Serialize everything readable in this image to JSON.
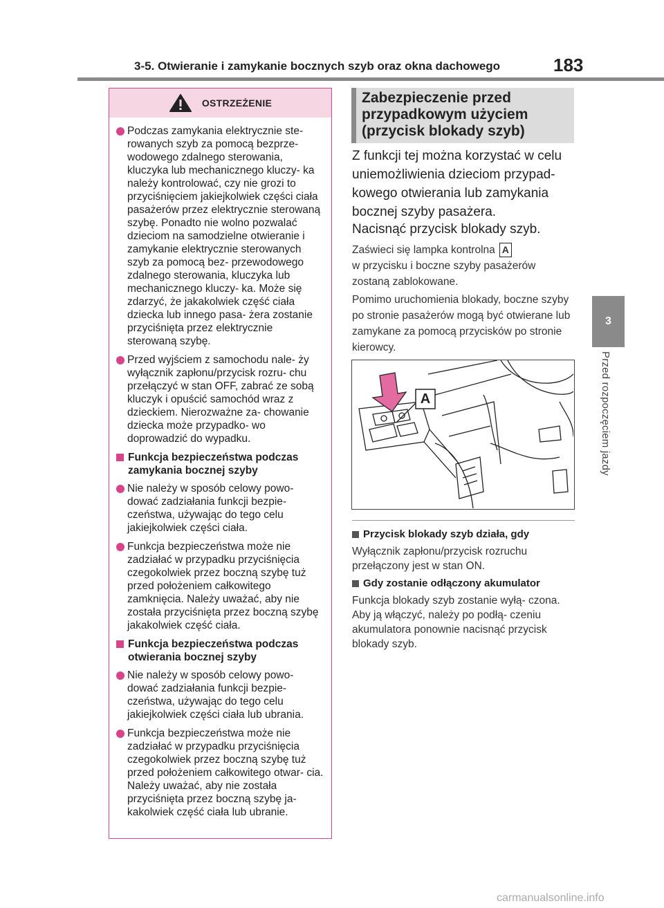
{
  "header": {
    "title": "3-5. Otwieranie i zamykanie bocznych szyb oraz okna dachowego",
    "page_number": "183"
  },
  "side_tab": {
    "number": "3",
    "label": "Przed rozpoczęciem jazdy"
  },
  "warning": {
    "title": "OSTRZEŻENIE",
    "items": [
      {
        "type": "bullet",
        "text": "Podczas zamykania elektrycznie ste- rowanych szyb za pomocą bezprze- wodowego zdalnego sterowania, kluczyka lub mechanicznego kluczy- ka należy kontrolować, czy nie grozi to przyciśnięciem jakiejkolwiek części ciała pasażerów przez elektrycznie sterowaną szybę. Ponadto nie wolno pozwalać dzieciom na samodzielne otwieranie i zamykanie elektrycznie sterowanych szyb za pomocą bez- przewodowego zdalnego sterowania, kluczyka lub mechanicznego kluczy- ka. Może się zdarzyć, że jakakolwiek część ciała dziecka lub innego pasa- żera zostanie przyciśnięta przez elektrycznie sterowaną szybę."
      },
      {
        "type": "bullet",
        "text": "Przed wyjściem z samochodu nale- ży wyłącznik zapłonu/przycisk rozru- chu przełączyć w stan OFF, zabrać ze sobą kluczyk i opuścić samochód wraz z dzieckiem. Nierozważne za- chowanie dziecka może przypadko- wo doprowadzić do wypadku."
      },
      {
        "type": "sub",
        "text": "Funkcja bezpieczeństwa podczas zamykania bocznej szyby"
      },
      {
        "type": "bullet",
        "text": "Nie należy w sposób celowy powo- dować zadziałania funkcji bezpie- czeństwa, używając do tego celu jakiejkolwiek części ciała."
      },
      {
        "type": "bullet",
        "text": "Funkcja bezpieczeństwa może nie zadziałać w przypadku przyciśnięcia czegokolwiek przez boczną szybę tuż przed położeniem całkowitego zamknięcia. Należy uważać, aby nie została przyciśnięta przez boczną szybę jakakolwiek część ciała."
      },
      {
        "type": "sub",
        "text": "Funkcja bezpieczeństwa podczas otwierania bocznej szyby"
      },
      {
        "type": "bullet",
        "text": "Nie należy w sposób celowy powo- dować zadziałania funkcji bezpie- czeństwa, używając do tego celu jakiejkolwiek części ciała lub ubrania."
      },
      {
        "type": "bullet",
        "text": "Funkcja bezpieczeństwa może nie zadziałać w przypadku przyciśnięcia czegokolwiek przez boczną szybę tuż przed położeniem całkowitego otwar- cia. Należy uważać, aby nie została przyciśnięta przez boczną szybę ja- kakolwiek część ciała lub ubranie."
      }
    ]
  },
  "section": {
    "heading": "Zabezpieczenie przed przypadkowym użyciem (przycisk blokady szyb)",
    "intro": "Z funkcji tej można korzystać w celu uniemożliwienia dzieciom przypad- kowego otwierania lub zamykania bocznej szyby pasażera.",
    "instruction": "Nacisnąć przycisk blokady szyb.",
    "indicator_text_a": "Zaświeci się lampka kontrolna",
    "callout": "A",
    "indicator_text_b": "w przycisku i boczne szyby pasażerów zostaną zablokowane.",
    "note": "Pomimo uruchomienia blokady, boczne szyby po stronie pasażerów mogą być otwierane lub zamykane za pomocą przycisków po stronie kierowcy."
  },
  "notes": [
    {
      "title": "Przycisk blokady szyb działa, gdy",
      "text": "Wyłącznik zapłonu/przycisk rozruchu przełączony jest w stan ON."
    },
    {
      "title": "Gdy zostanie odłączony akumulator",
      "text": "Funkcja blokady szyb zostanie wyłą- czona. Aby ją włączyć, należy po podłą- czeniu akumulatora ponownie nacisnąć przycisk blokady szyb."
    }
  ],
  "watermark": "carmanualsonline.info"
}
